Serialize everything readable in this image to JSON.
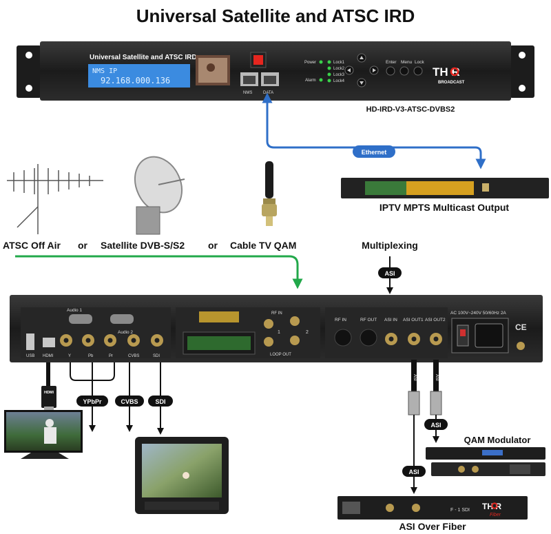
{
  "title": "Universal Satellite and ATSC IRD",
  "front_panel": {
    "label": "Universal Satellite and ATSC IRD",
    "lcd_line1": "NMS IP",
    "lcd_line2": "92.168.000.136",
    "leds": [
      "Power",
      "Alarm"
    ],
    "locks": [
      "Lock1",
      "Lock2",
      "Lock3",
      "Lock4"
    ],
    "buttons": [
      "Enter",
      "Menu",
      "Lock"
    ],
    "ports": [
      "NMS",
      "DATA"
    ],
    "brand": "TH R",
    "brand_sub": "BROADCAST",
    "model": "HD-IRD-V3-ATSC-DVBS2"
  },
  "ethernet_label": "Ethernet",
  "switch_label": "IPTV MPTS Multicast Output",
  "inputs": {
    "atsc": "ATSC Off Air",
    "or1": "or",
    "satellite": "Satellite DVB-S/S2",
    "or2": "or",
    "cable": "Cable TV QAM"
  },
  "multiplexing_label": "Multiplexing",
  "asi_label": "ASI",
  "rear_panel": {
    "audio1": "Audio 1",
    "audio2": "Audio 2",
    "rf_in_top": "RF IN",
    "loop_out": "LOOP OUT",
    "port1": "1",
    "port2": "2",
    "rf_in": "RF IN",
    "rf_out": "RF OUT",
    "asi_in": "ASI IN",
    "asi_out1": "ASI OUT1",
    "asi_out2": "ASI OUT2",
    "power": "AC 100V~240V 50/60Hz 2A",
    "ce": "CE",
    "bottom_labels": [
      "USB",
      "HDMI",
      "Y",
      "Pb",
      "Pr",
      "CVBS",
      "SDI"
    ]
  },
  "outputs": {
    "hdmi_plug": "HDMI",
    "ypbpr": "YPbPr",
    "cvbs": "CVBS",
    "sdi": "SDI",
    "asi1": "ASI",
    "asi2": "ASI",
    "cable_text": "ASI"
  },
  "qam_label": "QAM Modulator",
  "fiber_label": "ASI Over Fiber",
  "fiber_brand": "TH R",
  "fiber_sub": "Fiber",
  "fiber_code": "F - 1 SDI"
}
